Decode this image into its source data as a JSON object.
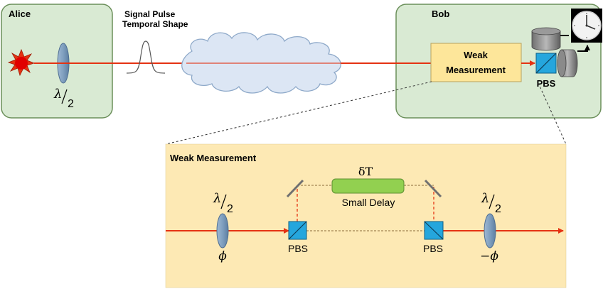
{
  "alice": {
    "title": "Alice",
    "waveplate": {
      "numerator": "λ",
      "denominator": "2"
    }
  },
  "pulse": {
    "line1": "Signal Pulse",
    "line2": "Temporal Shape"
  },
  "bob": {
    "title": "Bob",
    "weak_box": {
      "line1": "Weak",
      "line2": "Measurement"
    },
    "pbs_label": "PBS"
  },
  "detail": {
    "title": "Weak Measurement",
    "left_waveplate": {
      "numerator": "λ",
      "denominator": "2",
      "phase": "ϕ"
    },
    "right_waveplate": {
      "numerator": "λ",
      "denominator": "2",
      "phase": "−ϕ"
    },
    "delay": {
      "symbol": "δT",
      "label": "Small Delay"
    },
    "pbs_left_label": "PBS",
    "pbs_right_label": "PBS"
  },
  "colors": {
    "panel_green": "#d9ead3",
    "panel_green_border": "#6b8f5a",
    "detail_bg": "#fde9b4",
    "weak_box_bg": "#fde69a",
    "beam_red": "#e53212",
    "optic_blue": "#7f9fbf",
    "pbs_cyan": "#25a6dd",
    "delay_green": "#92d050"
  }
}
